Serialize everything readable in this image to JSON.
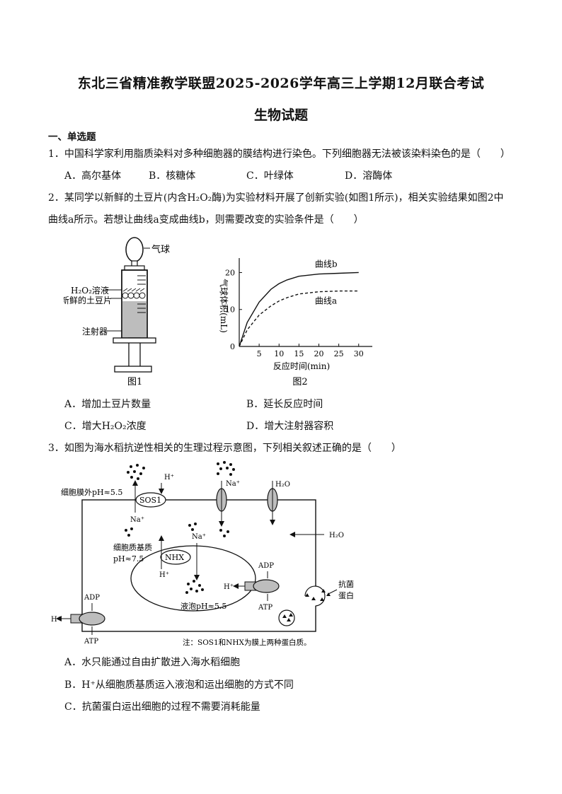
{
  "header": {
    "title": "东北三省精准教学联盟2025-2026学年高三上学期12月联合考试",
    "subtitle": "生物试题"
  },
  "section": "一、单选题",
  "q1": {
    "stem": "1．中国科学家利用脂质染料对多种细胞器的膜结构进行染色。下列细胞器无法被该染料染色的是（　　）",
    "options": [
      "A．高尔基体",
      "B．核糖体",
      "C．叶绿体",
      "D．溶酶体"
    ]
  },
  "q2": {
    "stem_line1": "2．某同学以新鲜的土豆片(内含H₂O₂酶)为实验材料开展了创新实验(如图1所示)，相关实验结果如图2中",
    "stem_line2": "曲线a所示。若想让曲线a变成曲线b，则需要改变的实验条件是（　　）",
    "fig1": {
      "balloon": "气球",
      "h2o2": "H₂O₂溶液",
      "potato": "新鲜的土豆片",
      "syringe": "注射器",
      "caption": "图1"
    },
    "options": [
      "A．增加土豆片数量",
      "B．延长反应时间",
      "C．增大H₂O₂浓度",
      "D．增大注射器容积"
    ]
  },
  "chart_data": {
    "type": "line",
    "caption": "图2",
    "xlabel": "反应时间(min)",
    "ylabel": "气球体积(mL)",
    "xlim": [
      0,
      32
    ],
    "ylim": [
      0,
      22
    ],
    "xticks": [
      "0",
      "5",
      "10",
      "15",
      "20",
      "25",
      "30"
    ],
    "yticks": [
      "0",
      "10",
      "20"
    ],
    "series": [
      {
        "name": "曲线b",
        "style": "solid",
        "x": [
          0,
          2,
          5,
          8,
          10,
          12,
          15,
          20,
          25,
          30
        ],
        "y": [
          0,
          6.5,
          12,
          15.5,
          17,
          18,
          19,
          19.6,
          19.8,
          20
        ]
      },
      {
        "name": "曲线a",
        "style": "dashed",
        "x": [
          0,
          2,
          5,
          8,
          10,
          12,
          15,
          20,
          25,
          30
        ],
        "y": [
          0,
          4.5,
          8.5,
          11,
          12.3,
          13.2,
          14.2,
          14.8,
          15,
          15
        ]
      }
    ]
  },
  "q3": {
    "stem": "3．如图为海水稻抗逆性相关的生理过程示意图，下列相关叙述正确的是（　　）",
    "fig": {
      "outside_ph": "细胞膜外pH≈5.5",
      "sos1": "SOS1",
      "h_plus": "H⁺",
      "na_plus": "Na⁺",
      "h2o": "H₂O",
      "cyto_ph_line1": "细胞质基质",
      "cyto_ph_line2": "pH≈7.5",
      "nhx": "NHX",
      "adp": "ADP",
      "atp": "ATP",
      "vacuole_ph": "液泡pH≈5.5",
      "antibacterial_line1": "抗菌",
      "antibacterial_line2": "蛋白",
      "note": "注：SOS1和NHX为膜上两种蛋白质。"
    },
    "options": [
      "A．水只能通过自由扩散进入海水稻细胞",
      "B．H⁺从细胞质基质运入液泡和运出细胞的方式不同",
      "C．抗菌蛋白运出细胞的过程不需要消耗能量"
    ]
  }
}
